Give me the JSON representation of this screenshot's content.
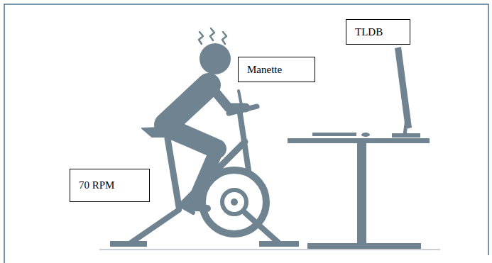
{
  "diagram": {
    "nodes": [
      {
        "text": [
          "TLDB"
        ]
      },
      {
        "text": [
          "Manette"
        ]
      },
      {
        "text": [
          "70 RPM"
        ]
      }
    ]
  }
}
